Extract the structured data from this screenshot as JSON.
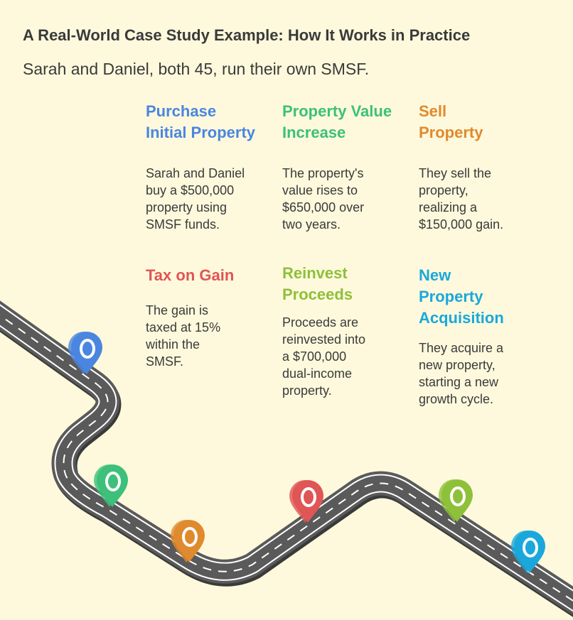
{
  "header": {
    "title": "A Real-World Case Study Example: How It Works in Practice",
    "subtitle": "Sarah and Daniel, both 45, run their own SMSF."
  },
  "steps": [
    {
      "title_lines": [
        "Purchase",
        "Initial Property"
      ],
      "desc_lines": [
        "Sarah and Daniel",
        "buy a $500,000",
        "property using",
        "SMSF funds."
      ],
      "color": "#4a86e0"
    },
    {
      "title_lines": [
        "Property Value",
        "Increase"
      ],
      "desc_lines": [
        "The property's",
        "value rises to",
        "$650,000 over",
        "two years."
      ],
      "color": "#3cc07a"
    },
    {
      "title_lines": [
        "Sell",
        "Property"
      ],
      "desc_lines": [
        "They sell the",
        "property,",
        "realizing a",
        "$150,000 gain."
      ],
      "color": "#e08a2e"
    },
    {
      "title_lines": [
        "Tax on Gain"
      ],
      "desc_lines": [
        "The gain is",
        "taxed at 15%",
        "within the",
        "SMSF."
      ],
      "color": "#e05555"
    },
    {
      "title_lines": [
        "Reinvest",
        "Proceeds"
      ],
      "desc_lines": [
        "Proceeds are",
        "reinvested into",
        "a $700,000",
        "dual-income",
        "property."
      ],
      "color": "#8fc03a"
    },
    {
      "title_lines": [
        "New",
        "Property",
        "Acquisition"
      ],
      "desc_lines": [
        "They acquire a",
        "new property,",
        "starting a new",
        "growth cycle."
      ],
      "color": "#1aa8dc"
    }
  ],
  "markers": [
    {
      "color": "#4a86e0"
    },
    {
      "color": "#3cc07a"
    },
    {
      "color": "#e08a2e"
    },
    {
      "color": "#e05555"
    },
    {
      "color": "#8fc03a"
    },
    {
      "color": "#1aa8dc"
    }
  ],
  "colors": {
    "background": "#fef9dc",
    "road": "#5a5a5a",
    "road_edge": "#ffffff",
    "text": "#3a3a3a"
  }
}
